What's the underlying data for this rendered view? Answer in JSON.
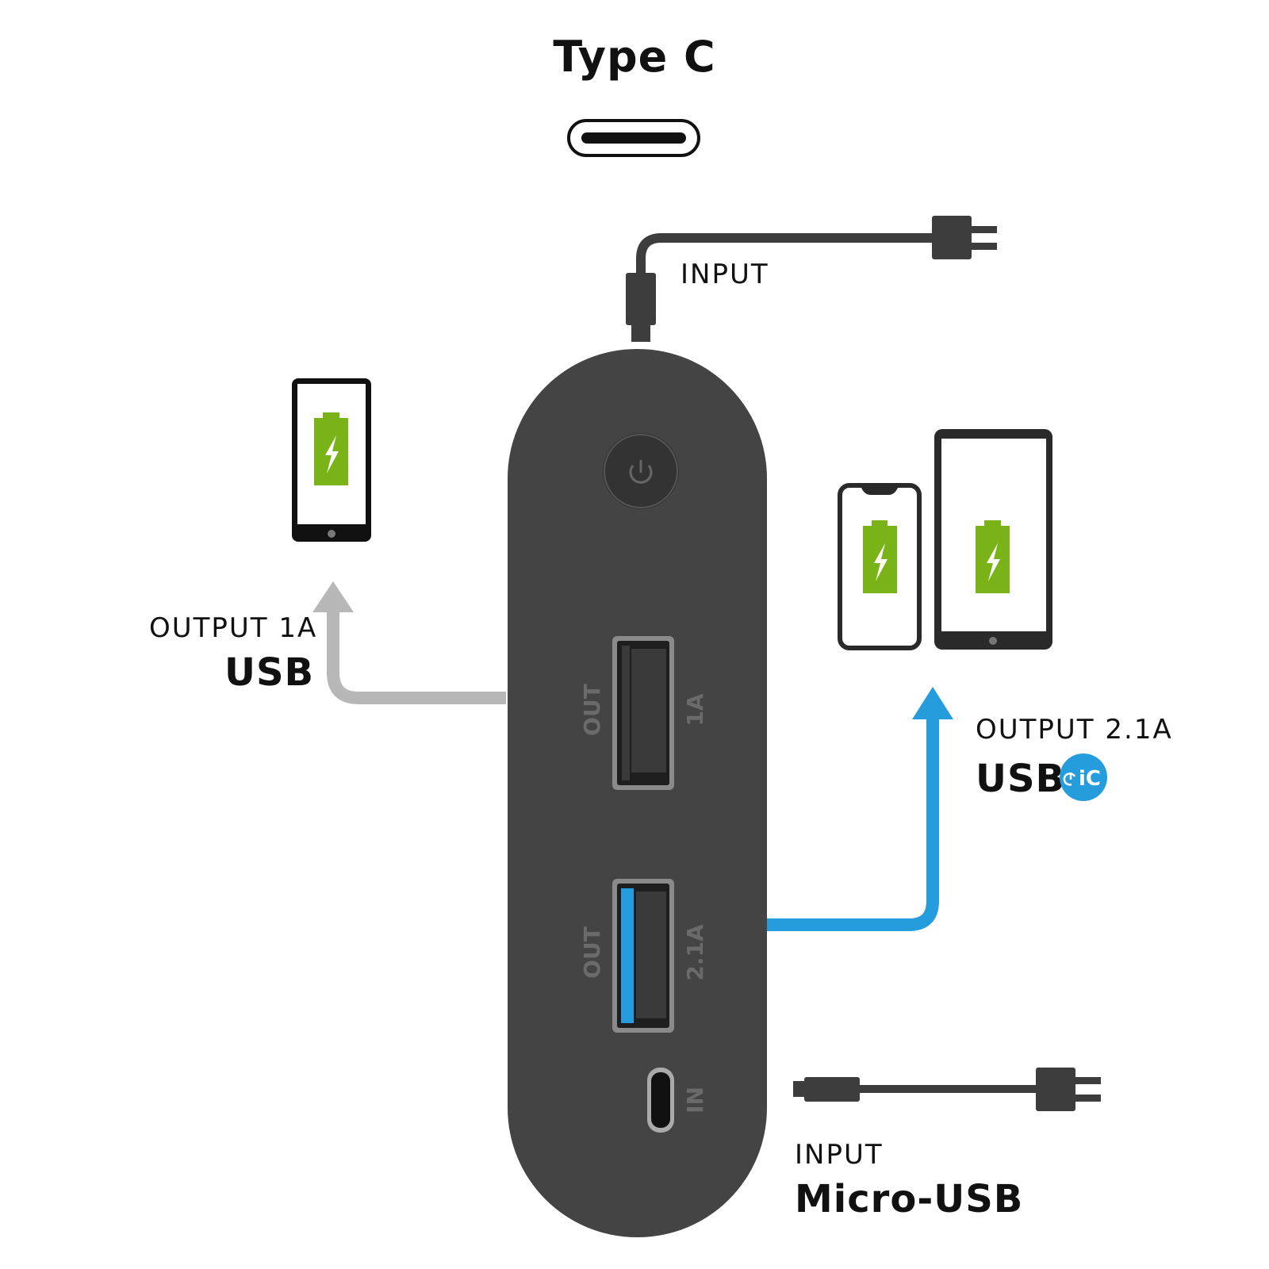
{
  "title": "Type C",
  "input_top": {
    "label": "INPUT"
  },
  "output_left": {
    "label": "OUTPUT 1A",
    "type": "USB"
  },
  "output_right": {
    "label": "OUTPUT 2.1A",
    "type": "USB",
    "badge_text": "iC",
    "badge_icon": "power-icon"
  },
  "input_bottom": {
    "label": "INPUT",
    "type": "Micro-USB"
  },
  "ports": {
    "usb1": {
      "dir": "OUT",
      "rating": "1A"
    },
    "usb2": {
      "dir": "OUT",
      "rating": "2.1A"
    },
    "micro": {
      "dir": "IN"
    }
  },
  "colors": {
    "body": "#444444",
    "battery": "#7ab317",
    "accent_blue": "#259cdb",
    "arrow_gray": "#b7b7b7",
    "cable": "#3d3d3d"
  }
}
